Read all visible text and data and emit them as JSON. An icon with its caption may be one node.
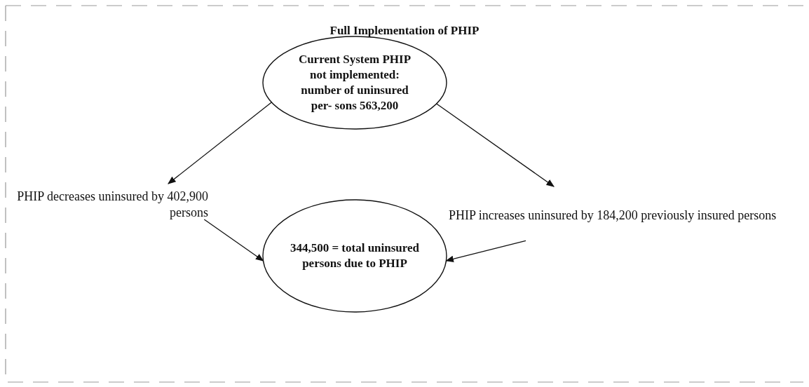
{
  "diagram": {
    "title": "Full Implementation of PHIP",
    "nodes": [
      {
        "text": [
          "Current System PHIP not implemented: number of uninsured per- sons 563,200"
        ]
      },
      {
        "text": [
          "PHIP decreases uninsured by 402,900 persons"
        ]
      },
      {
        "text": [
          "PHIP increases uninsured by 184,200 previously insured persons"
        ]
      },
      {
        "text": [
          "344,500 = total uninsured persons due to PHIP"
        ]
      }
    ],
    "edges": [
      {
        "from": 0,
        "to": 1,
        "arrow": "to"
      },
      {
        "from": 0,
        "to": 2,
        "arrow": "to"
      },
      {
        "from": 1,
        "to": 3,
        "arrow": "to"
      },
      {
        "from": 2,
        "to": 3,
        "arrow": "to"
      }
    ]
  }
}
